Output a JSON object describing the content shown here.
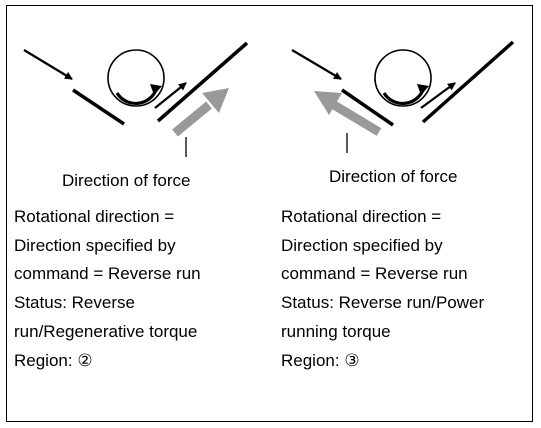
{
  "panels": [
    {
      "caption": "Direction of force",
      "lines": [
        "Rotational direction =",
        "Direction specified by",
        "command = Reverse run",
        "Status: Reverse",
        "run/Regenerative torque",
        "Region: ②"
      ]
    },
    {
      "caption": "Direction of force",
      "lines": [
        "Rotational direction =",
        "Direction specified by",
        "command = Reverse run",
        "Status: Reverse run/Power",
        "running torque",
        "Region: ③"
      ]
    }
  ],
  "colors": {
    "force_arrow": "#999999",
    "line": "#000000"
  },
  "icons": {
    "force_arrow": "gray-force-arrow-icon",
    "rotation": "rotation-arrow-icon"
  }
}
